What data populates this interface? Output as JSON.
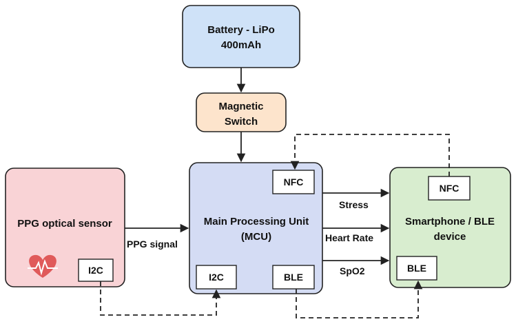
{
  "nodes": {
    "battery": {
      "line1": "Battery - LiPo",
      "line2": "400mAh",
      "color": "#cfe2f8"
    },
    "switch": {
      "line1": "Magnetic",
      "line2": "Switch",
      "color": "#fde4cc"
    },
    "mcu": {
      "line1": "Main Processing Unit",
      "line2": "(MCU)",
      "color": "#d4dcf4"
    },
    "ppg": {
      "line1": "PPG optical sensor",
      "color": "#f9d3d6"
    },
    "phone": {
      "line1": "Smartphone / BLE",
      "line2": "device",
      "color": "#d8edcf"
    }
  },
  "ports": {
    "mcu_nfc": "NFC",
    "mcu_i2c": "I2C",
    "mcu_ble": "BLE",
    "ppg_i2c": "I2C",
    "phone_nfc": "NFC",
    "phone_ble": "BLE"
  },
  "edges": {
    "ppg_signal": "PPG signal",
    "stress": "Stress",
    "heart_rate": "Heart Rate",
    "spo2": "SpO2"
  },
  "icons": {
    "ppg_heart": "heart-pulse-icon",
    "heart_color": "#e05a5a"
  }
}
